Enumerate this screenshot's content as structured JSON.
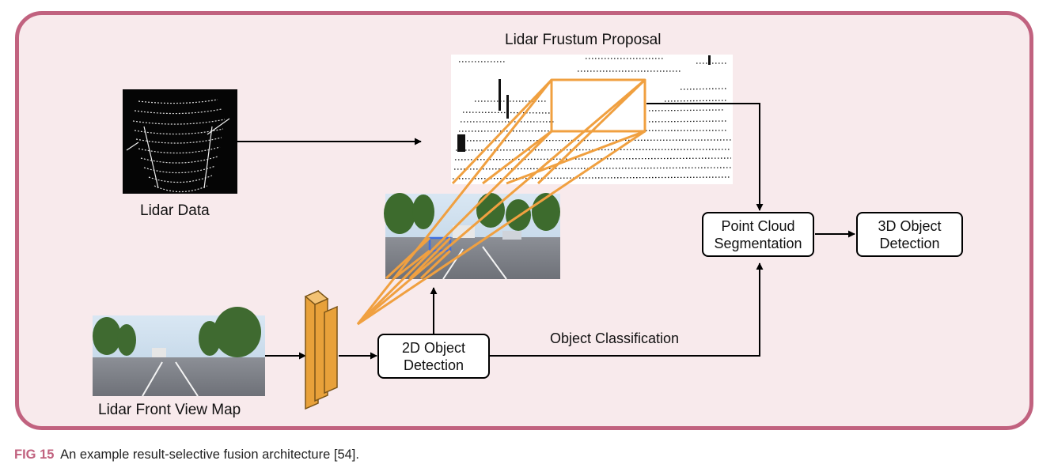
{
  "diagram": {
    "lidar_frustum_title": "Lidar Frustum Proposal",
    "lidar_data_label": "Lidar Data",
    "front_view_label": "Lidar Front View Map",
    "object_classification_label": "Object Classification",
    "box_2d": {
      "line1": "2D Object",
      "line2": "Detection"
    },
    "box_pcs": {
      "line1": "Point Cloud",
      "line2": "Segmentation"
    },
    "box_3d": {
      "line1": "3D Object",
      "line2": "Detection"
    }
  },
  "caption": {
    "fig_label": "FIG 15",
    "text": "An example result-selective fusion architecture [54]."
  },
  "colors": {
    "frame_border": "#c1627f",
    "frame_fill": "#f8eaec",
    "frustum_orange": "#f0a040",
    "cnn_block": "#e8a13a",
    "detection_box_blue": "#3f6fe0"
  }
}
